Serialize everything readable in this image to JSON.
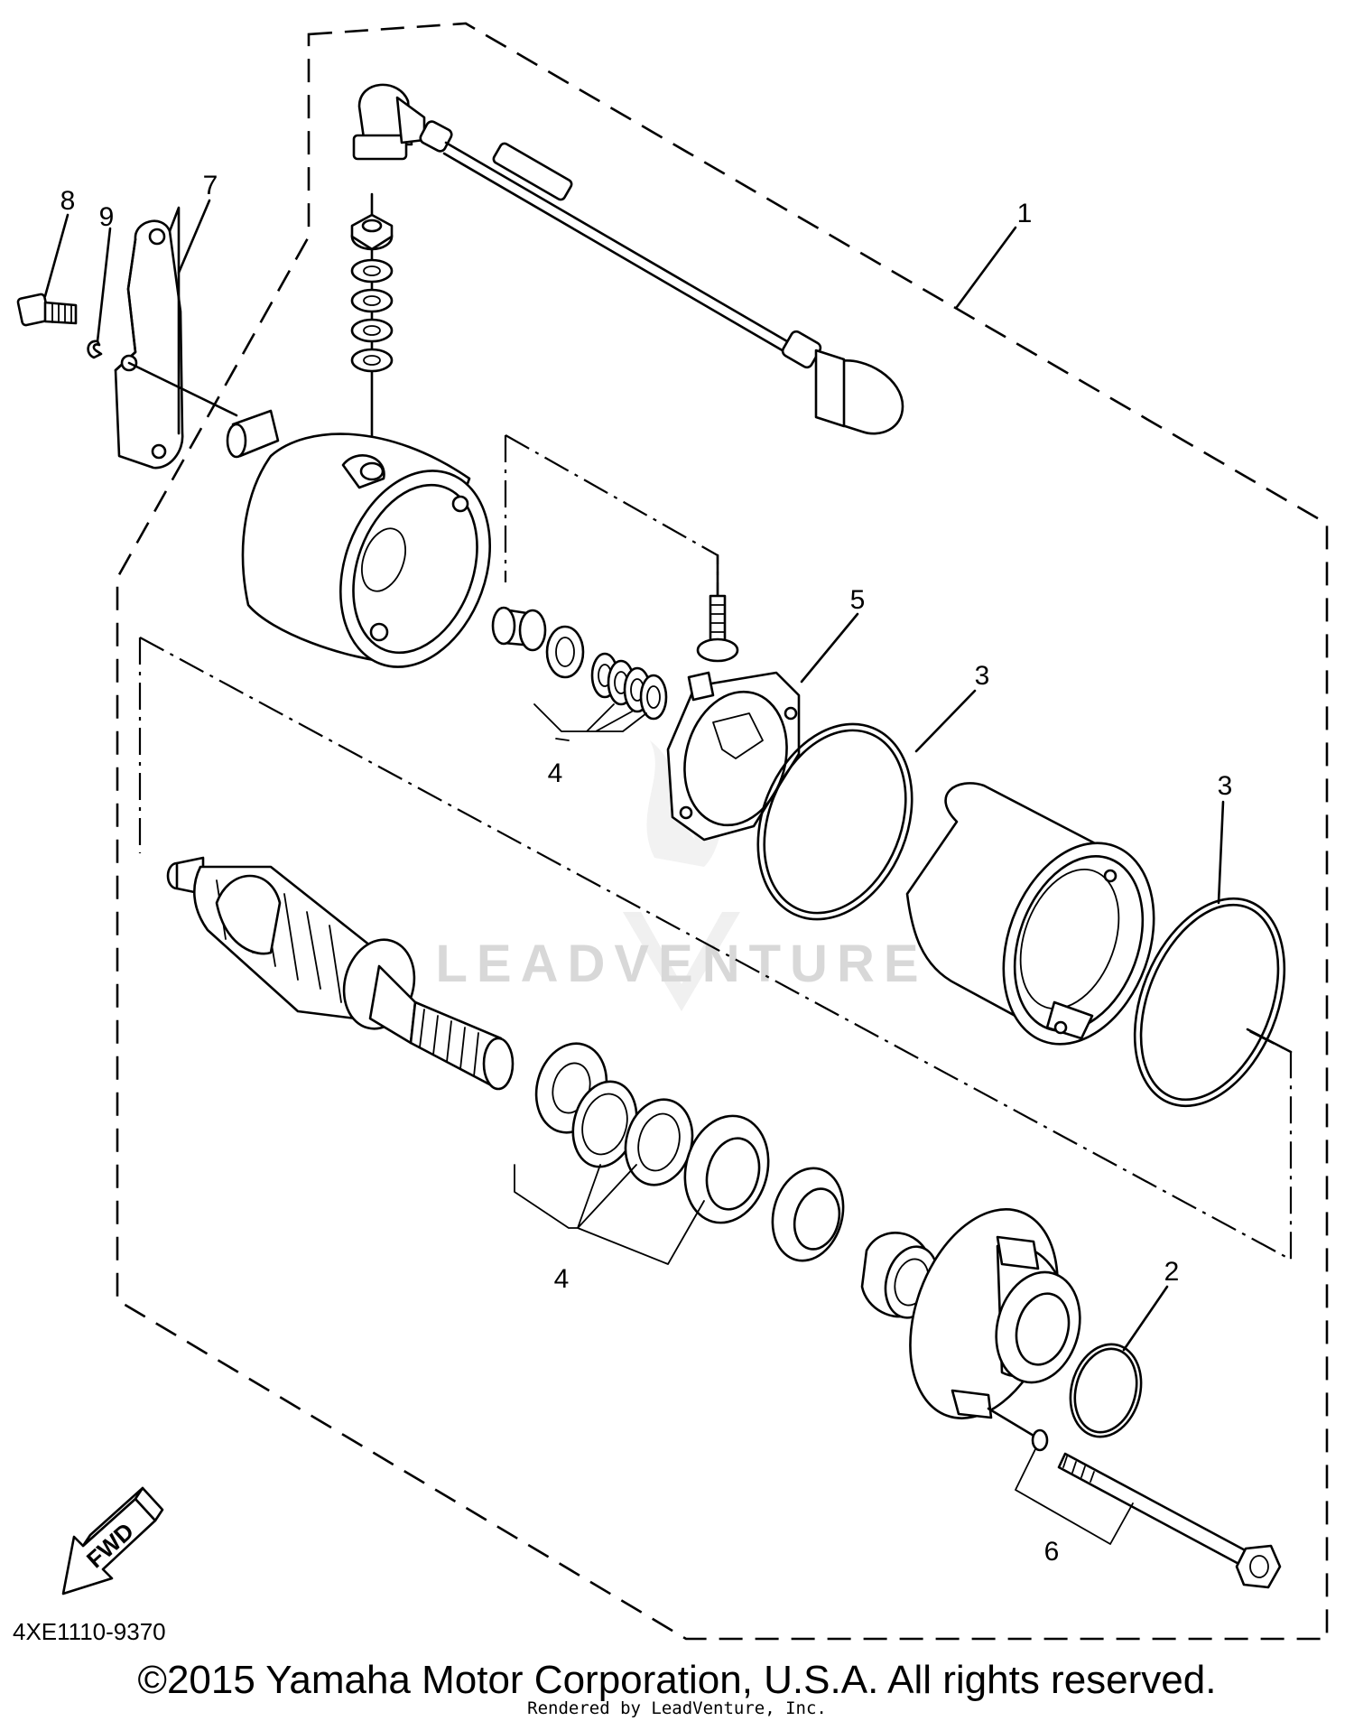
{
  "diagram": {
    "callouts": {
      "c1": "1",
      "c2": "2",
      "c3a": "3",
      "c3b": "3",
      "c4a": "4",
      "c4b": "4",
      "c5": "5",
      "c6": "6",
      "c7": "7",
      "c8": "8",
      "c9": "9"
    },
    "part_code": "4XE1110-9370",
    "fwd_label": "FWD",
    "watermark": "LEADVENTURE",
    "copyright": "©2015 Yamaha Motor Corporation, U.S.A. All rights reserved.",
    "rendered_by": "Rendered by LeadVenture, Inc."
  },
  "colors": {
    "ink": "#000000",
    "paper": "#ffffff",
    "watermark": "#d8d8d8"
  }
}
